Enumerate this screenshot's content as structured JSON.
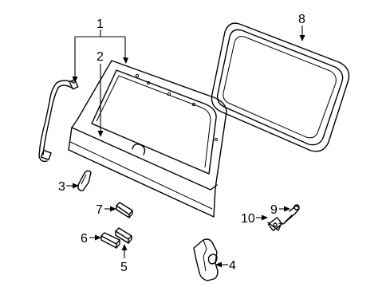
{
  "callouts": {
    "c1": "1",
    "c2": "2",
    "c3": "3",
    "c4": "4",
    "c5": "5",
    "c6": "6",
    "c7": "7",
    "c8": "8",
    "c9": "9",
    "c10": "10"
  },
  "colors": {
    "background": "#ffffff",
    "linework": "#000000"
  }
}
